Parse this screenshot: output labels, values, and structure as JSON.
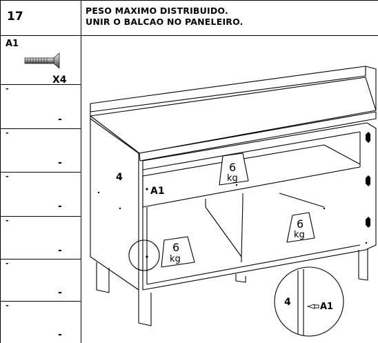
{
  "header": {
    "step_number": "17",
    "instruction_line1": "PESO MAXIMO DISTRIBUIDO.",
    "instruction_line2": "UNIR O BALCAO NO PANELEIRO."
  },
  "parts": {
    "id": "A1",
    "quantity": "X4",
    "empty_slot_marker": "-"
  },
  "drawing": {
    "side_panel_number": "4",
    "screw_label": "A1",
    "weight_limit_value": "6",
    "weight_limit_unit": "kg",
    "detail_panel_number": "4",
    "detail_screw_label": "A1"
  }
}
